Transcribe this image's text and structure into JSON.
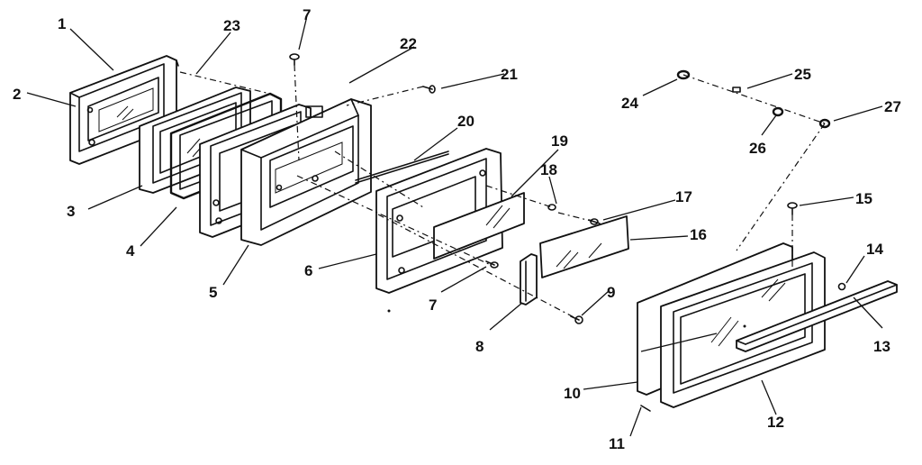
{
  "diagram": {
    "callouts": [
      {
        "id": "c1",
        "label": "1"
      },
      {
        "id": "c2",
        "label": "2"
      },
      {
        "id": "c3",
        "label": "3"
      },
      {
        "id": "c4",
        "label": "4"
      },
      {
        "id": "c5",
        "label": "5"
      },
      {
        "id": "c6",
        "label": "6"
      },
      {
        "id": "c7a",
        "label": "7"
      },
      {
        "id": "c7b",
        "label": "7"
      },
      {
        "id": "c8",
        "label": "8"
      },
      {
        "id": "c9",
        "label": "9"
      },
      {
        "id": "c10",
        "label": "10"
      },
      {
        "id": "c11",
        "label": "11"
      },
      {
        "id": "c12",
        "label": "12"
      },
      {
        "id": "c13",
        "label": "13"
      },
      {
        "id": "c14",
        "label": "14"
      },
      {
        "id": "c15",
        "label": "15"
      },
      {
        "id": "c16",
        "label": "16"
      },
      {
        "id": "c17",
        "label": "17"
      },
      {
        "id": "c18",
        "label": "18"
      },
      {
        "id": "c19",
        "label": "19"
      },
      {
        "id": "c20",
        "label": "20"
      },
      {
        "id": "c21",
        "label": "21"
      },
      {
        "id": "c22",
        "label": "22"
      },
      {
        "id": "c23",
        "label": "23"
      },
      {
        "id": "c24",
        "label": "24"
      },
      {
        "id": "c25",
        "label": "25"
      },
      {
        "id": "c26",
        "label": "26"
      },
      {
        "id": "c27",
        "label": "27"
      }
    ]
  }
}
